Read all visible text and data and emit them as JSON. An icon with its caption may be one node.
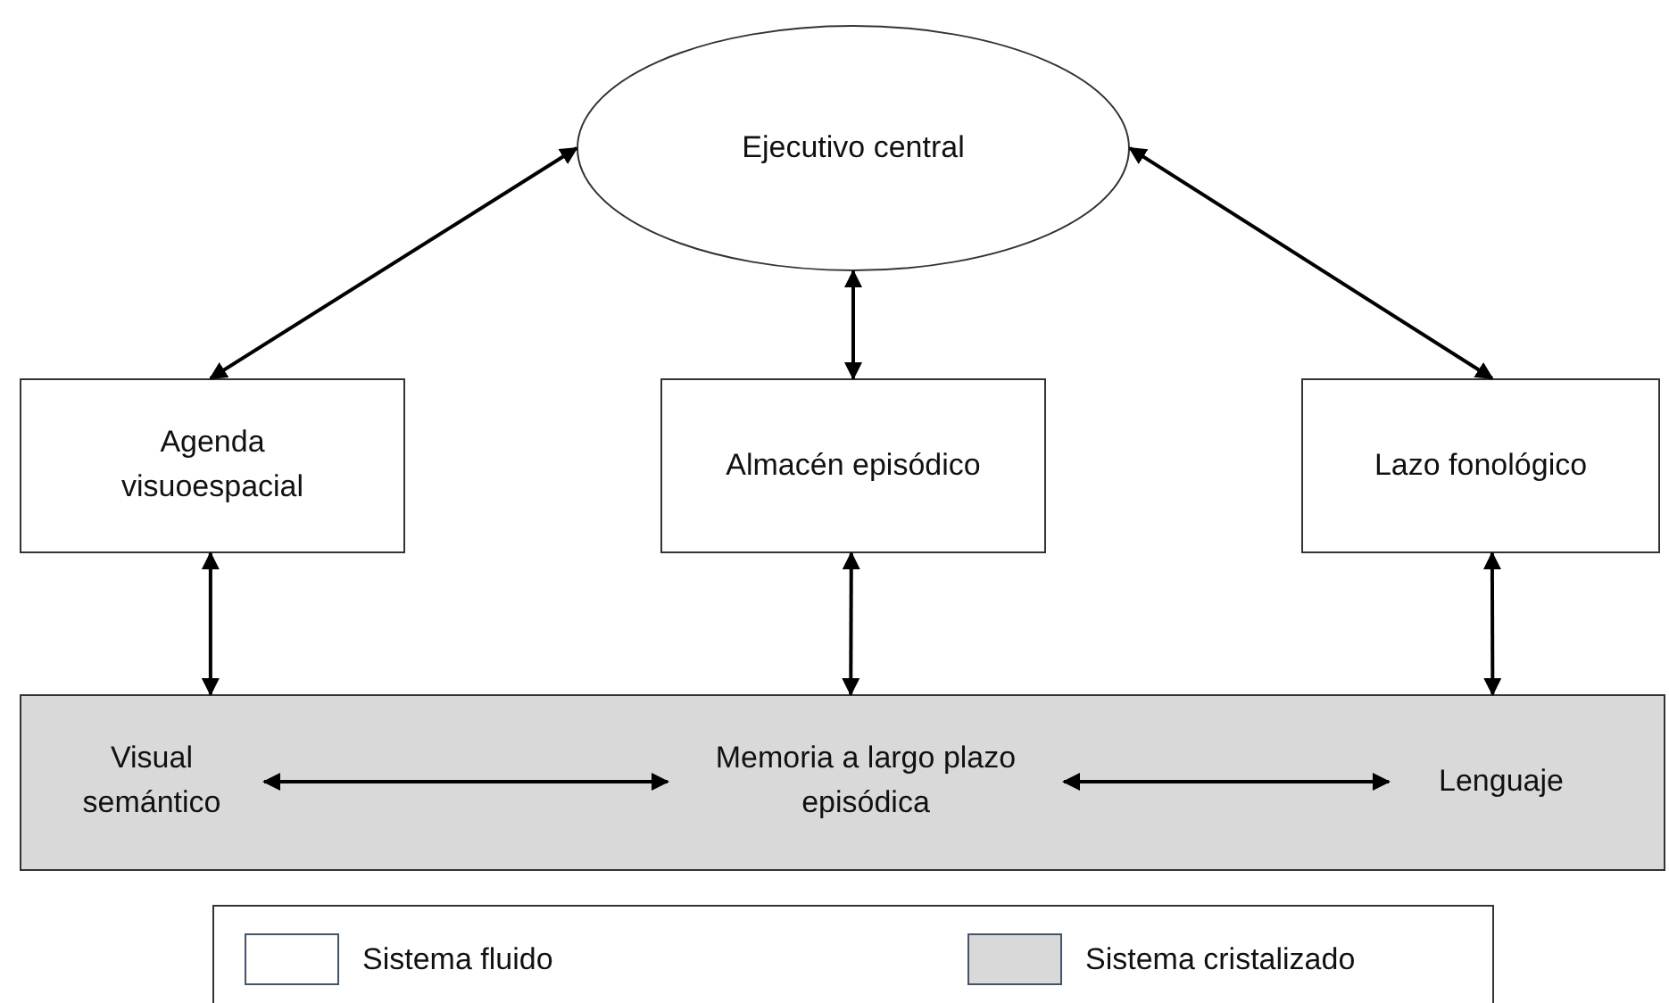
{
  "diagram": {
    "nodes": [
      {
        "text": [
          "Ejecutivo central"
        ]
      },
      {
        "text": [
          "Agenda visuoespacial"
        ]
      },
      {
        "text": [
          "Almacén episódico"
        ]
      },
      {
        "text": [
          "Lazo fonológico"
        ]
      },
      {
        "text": [],
        "shape": "box"
      },
      {
        "text": [
          "Visual semántico"
        ],
        "in": 4
      },
      {
        "text": [
          "Memoria a largo plazo episódica"
        ],
        "in": 4
      },
      {
        "text": [
          "Lenguaje"
        ],
        "in": 4
      }
    ],
    "edges": [
      {
        "from": 0,
        "to": 1,
        "arrow": "both"
      },
      {
        "from": 0,
        "to": 2,
        "arrow": "both"
      },
      {
        "from": 0,
        "to": 3,
        "arrow": "both"
      },
      {
        "from": 1,
        "to": 4,
        "arrow": "both"
      },
      {
        "from": 2,
        "to": 4,
        "arrow": "both"
      },
      {
        "from": 3,
        "to": 4,
        "arrow": "both"
      },
      {
        "from": 5,
        "to": 6,
        "arrow": "both"
      },
      {
        "from": 6,
        "to": 7,
        "arrow": "both"
      }
    ],
    "legend": [
      {
        "text": "Sistema fluido",
        "color": "#ffffff"
      },
      {
        "text": "Sistema cristalizado",
        "color": "#d9d9d9"
      }
    ]
  }
}
